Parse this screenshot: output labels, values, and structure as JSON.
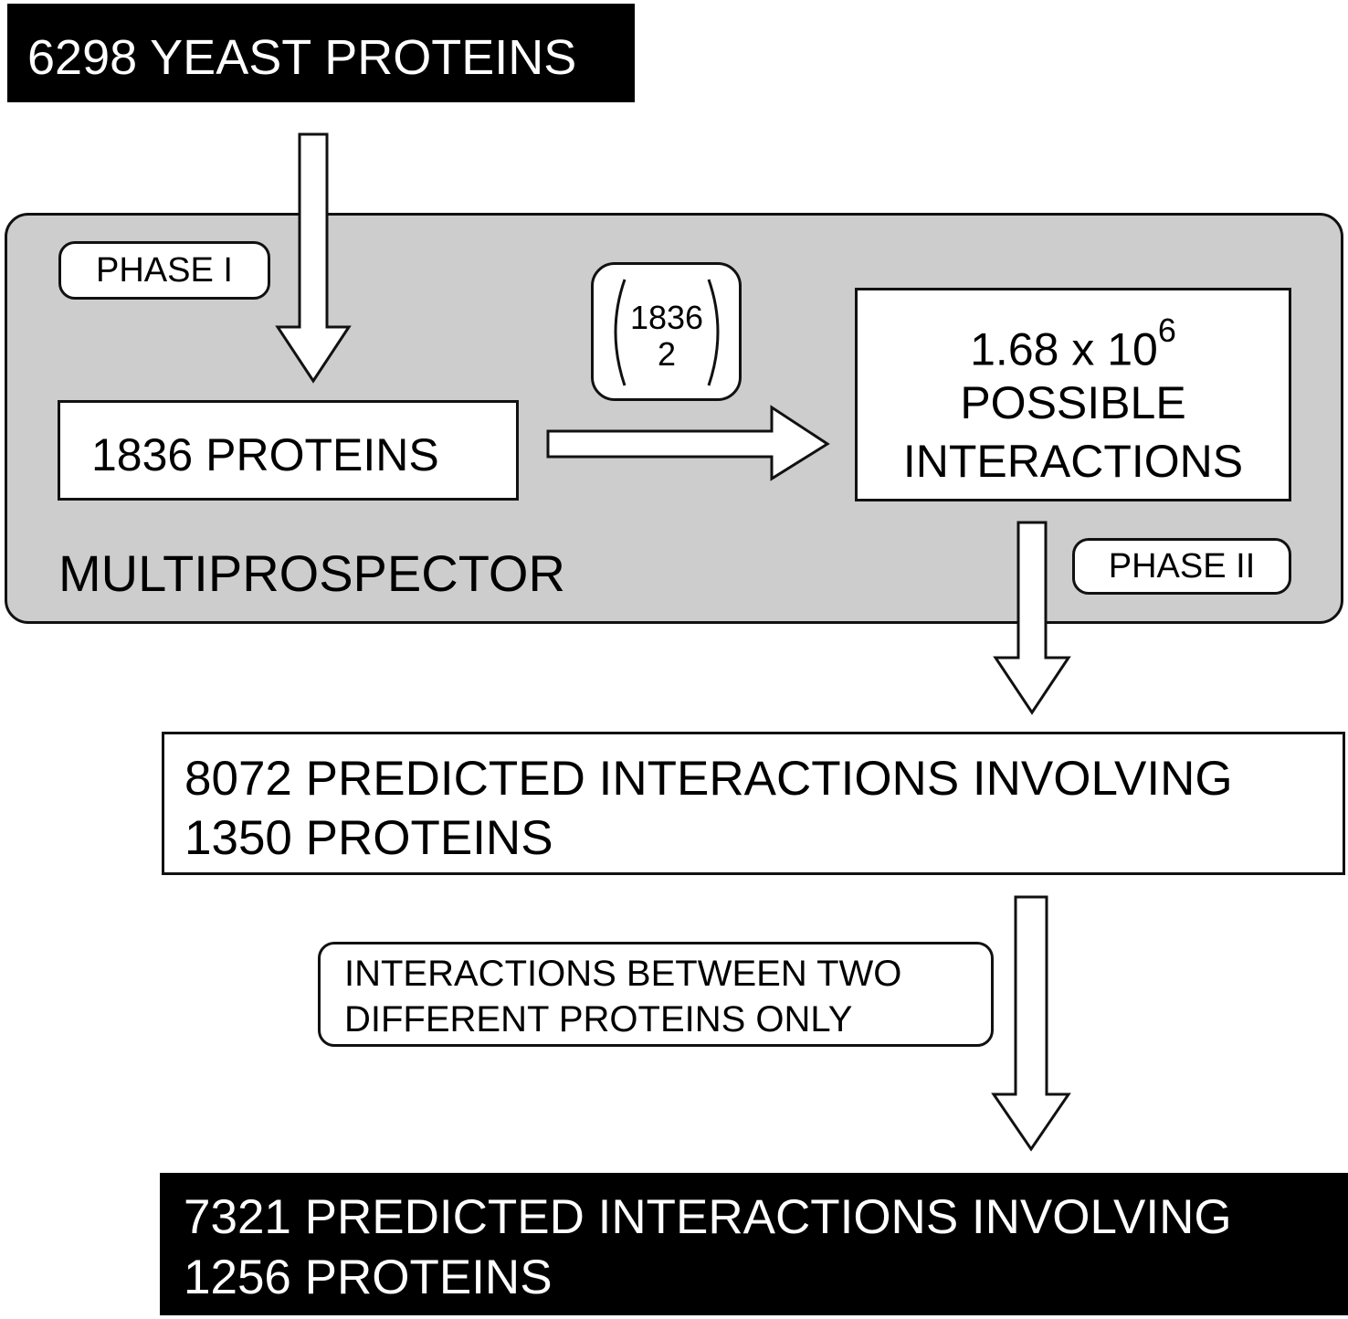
{
  "top_box": {
    "text": "6298 YEAST PROTEINS"
  },
  "multiprospector": {
    "label": "MULTIPROSPECTOR",
    "phase1_label": "PHASE I",
    "phase2_label": "PHASE II",
    "proteins_box": "1836 PROTEINS",
    "binomial": {
      "top": "1836",
      "bottom": "2"
    },
    "possible": {
      "base": "1.68 x 10",
      "exponent": "6",
      "line2": "POSSIBLE",
      "line3": "INTERACTIONS"
    }
  },
  "predicted_box": {
    "line1": "8072 PREDICTED INTERACTIONS INVOLVING",
    "line2": "1350 PROTEINS"
  },
  "filter_note": {
    "line1": "INTERACTIONS BETWEEN TWO",
    "line2": "DIFFERENT PROTEINS ONLY"
  },
  "final_box": {
    "line1": "7321 PREDICTED INTERACTIONS INVOLVING",
    "line2": "1256 PROTEINS"
  },
  "colors": {
    "panel": "#cdcdcd",
    "dark": "#000000",
    "border": "#111111"
  }
}
